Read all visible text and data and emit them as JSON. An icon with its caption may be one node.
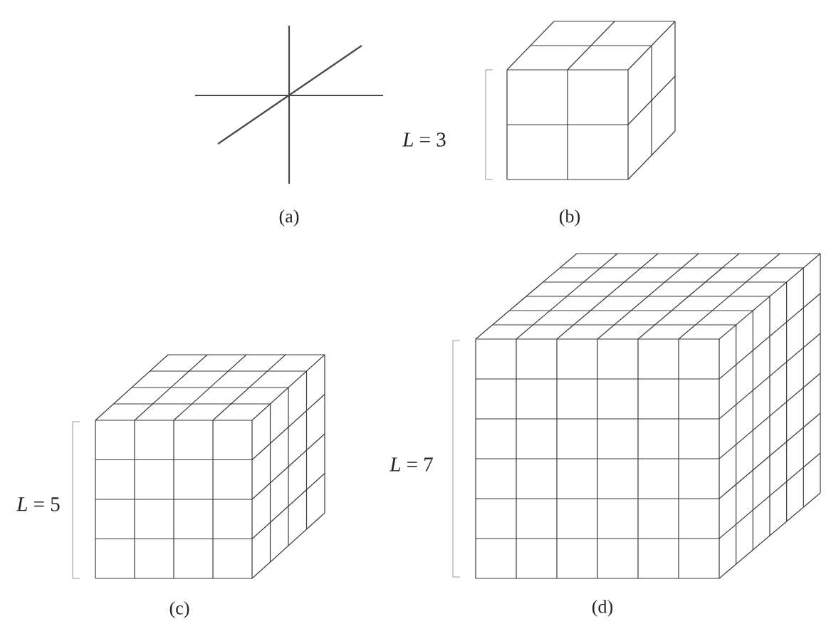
{
  "diagram": {
    "labels": [
      "(a)",
      "*L* = 3",
      "(b)",
      "*L* = 5",
      "(c)",
      "*L* = 7",
      "(d)"
    ]
  }
}
